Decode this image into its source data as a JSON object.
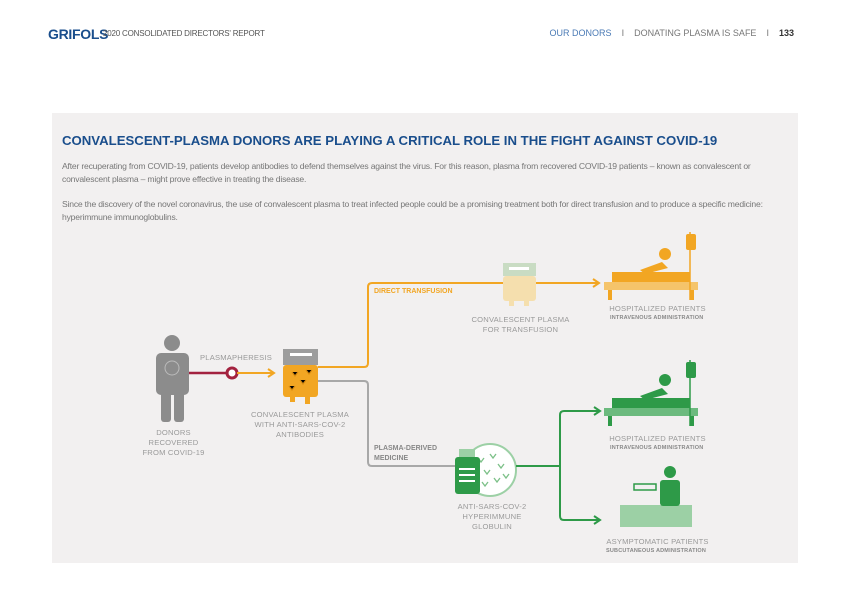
{
  "header": {
    "logo": "GRIFOLS",
    "report": "2020 CONSOLIDATED DIRECTORS' REPORT",
    "section": "OUR DONORS",
    "sep": "I",
    "subsection": "DONATING PLASMA IS SAFE",
    "page": "133"
  },
  "box": {
    "title": "CONVALESCENT-PLASMA DONORS ARE PLAYING A CRITICAL ROLE IN THE FIGHT AGAINST COVID-19",
    "p1": "After recuperating from COVID-19, patients develop antibodies to defend themselves against the virus. For this reason, plasma from recovered COVID-19 patients – known as convalescent or convalescent plasma – might prove effective in treating the disease.",
    "p2": "Since the discovery of the novel coronavirus, the use of convalescent plasma to treat infected people could be a promising treatment both for direct transfusion and to produce a specific medicine: hyperimmune immunoglobulins."
  },
  "diagram": {
    "donors": "DONORS RECOVERED FROM COVID-19",
    "plasmapheresis": "PLASMAPHERESIS",
    "plasma_bag": "CONVALESCENT PLASMA WITH ANTI-SARS-COV-2 ANTIBODIES",
    "direct": "DIRECT TRANSFUSION",
    "transfusion_bag": "CONVALESCENT PLASMA FOR TRANSFUSION",
    "derived": "PLASMA-DERIVED MEDICINE",
    "globulin": "ANTI-SARS-COV-2 HYPERIMMUNE GLOBULIN",
    "hosp1": "HOSPITALIZED PATIENTS",
    "hosp1_sub": "INTRAVENOUS ADMINISTRATION",
    "hosp2": "HOSPITALIZED PATIENTS",
    "hosp2_sub": "INTRAVENOUS ADMINISTRATION",
    "asym": "ASYMPTOMATIC PATIENTS",
    "asym_sub": "SUBCUTANEOUS ADMINISTRATION"
  },
  "colors": {
    "orange": "#f2a623",
    "green": "#2e9a48",
    "gray": "#a8a8a8",
    "red": "#a3223f",
    "blue": "#1a4e8c"
  }
}
